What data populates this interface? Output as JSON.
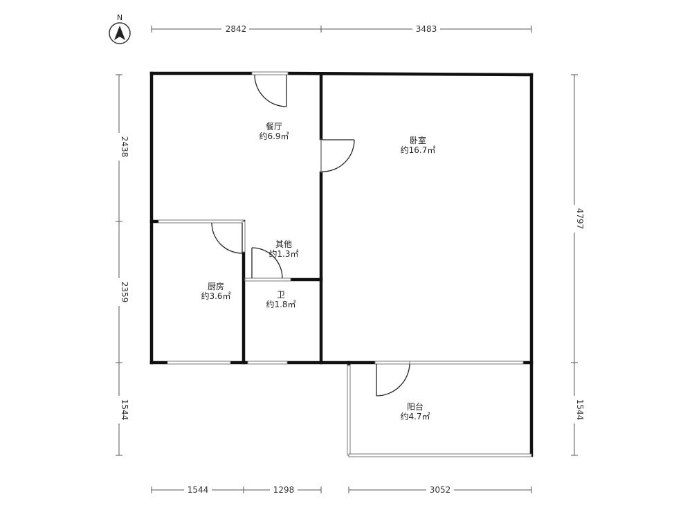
{
  "compass": {
    "label": "N"
  },
  "rooms": {
    "dining": {
      "name": "餐厅",
      "area": "约6.9㎡"
    },
    "bedroom": {
      "name": "卧室",
      "area": "约16.7㎡"
    },
    "other": {
      "name": "其他",
      "area": "约1.3㎡"
    },
    "kitchen": {
      "name": "厨房",
      "area": "约3.6㎡"
    },
    "bath": {
      "name": "卫",
      "area": "约1.8㎡"
    },
    "balcony": {
      "name": "阳台",
      "area": "约4.7㎡"
    }
  },
  "dimensions": {
    "top": [
      "2842",
      "3483"
    ],
    "bottom": [
      "1544",
      "1298",
      "3052"
    ],
    "left": [
      "2438",
      "2359",
      "1544"
    ],
    "right": [
      "4797",
      "1544"
    ]
  }
}
